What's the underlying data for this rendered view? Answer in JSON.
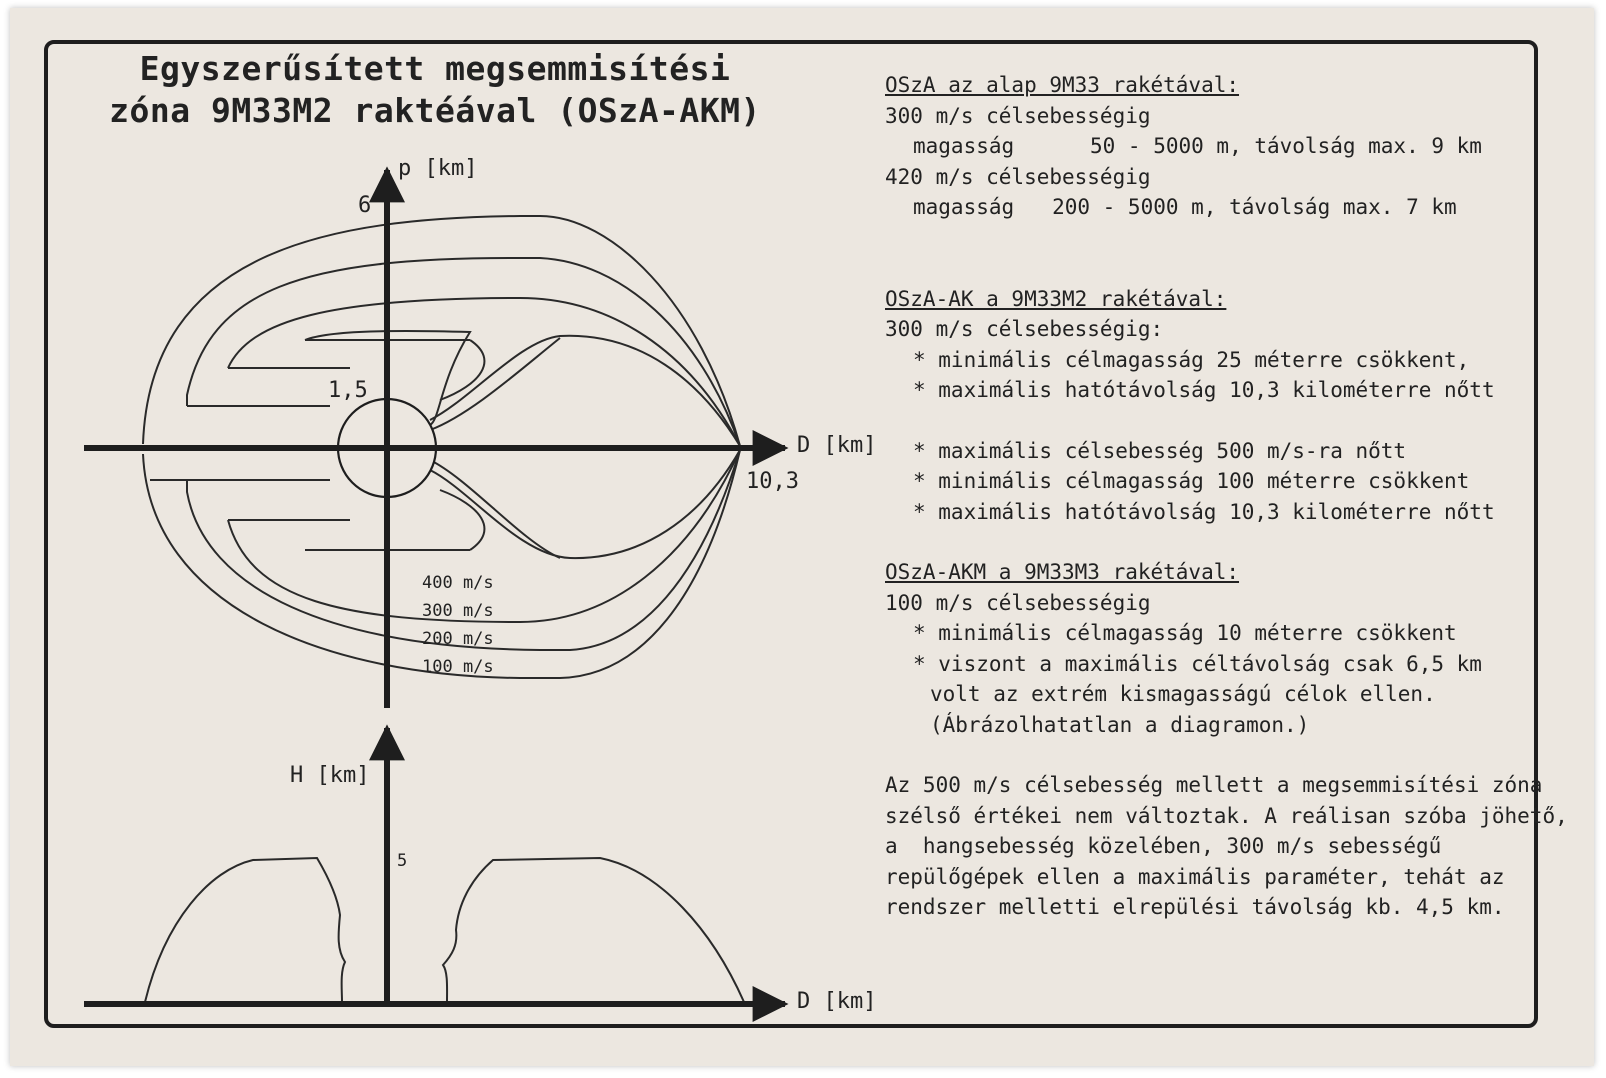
{
  "title": {
    "line1": "Egyszerűsített  megsemmisítési",
    "line2": "zóna 9M33M2 raktéával (OSzA-AKM)"
  },
  "top_chart": {
    "y_axis_label": "p [km]",
    "x_axis_label": "D [km]",
    "tick_y_top": "6",
    "tick_y_inner": "1,5",
    "tick_x_end": "10,3",
    "speed_labels": [
      "400 m/s",
      "300 m/s",
      "200 m/s",
      "100 m/s"
    ]
  },
  "bottom_chart": {
    "y_axis_label": "H [km]",
    "x_axis_label": "D [km]",
    "tick_y": "5"
  },
  "notes": {
    "s1_heading": "OSzA az alap 9M33 rakétával:",
    "s1_l1": "300 m/s célsebességig",
    "s1_l2": "magasság      50 - 5000 m, távolság max. 9 km",
    "s1_l3": "420 m/s célsebességig",
    "s1_l4": "magasság   200 - 5000 m, távolság max. 7 km",
    "s2_heading": "OSzA-AK a 9M33M2 rakétával:",
    "s2_l1": "300 m/s célsebességig:",
    "s2_b1": "* minimális célmagasság 25 méterre csökkent,",
    "s2_b2": "* maximális hatótávolság 10,3 kilométerre nőtt",
    "s2_b3": "* maximális célsebesség 500 m/s-ra nőtt",
    "s2_b4": "* minimális célmagasság 100 méterre csökkent",
    "s2_b5": "* maximális hatótávolság 10,3 kilométerre nőtt",
    "s3_heading": "OSzA-AKM a 9M33M3 rakétával:",
    "s3_l1": "100 m/s célsebességig",
    "s3_b1": "* minimális célmagasság 10 méterre csökkent",
    "s3_b2": "* viszont a maximális céltávolság csak 6,5 km",
    "s3_b2b": "volt az extrém kismagasságú célok ellen.",
    "s3_b2c": "(Ábrázolhatatlan a diagramon.)",
    "p1": "Az 500 m/s célsebesség mellett a megsemmisítési zóna",
    "p2": "szélső értékei nem változtak. A reálisan szóba jöhető,",
    "p3": "a  hangsebesség közelében, 300 m/s sebességű",
    "p4": "repülőgépek ellen a maximális paraméter, tehát az",
    "p5": "rendszer melletti elrepülési távolság kb. 4,5 km."
  },
  "colors": {
    "paper": "#ece7e0",
    "ink": "#1e1e1e"
  }
}
